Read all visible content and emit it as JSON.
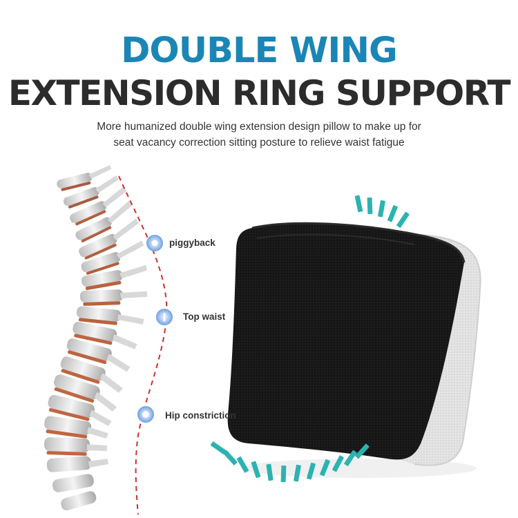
{
  "header": {
    "title_line1": "DOUBLE WING",
    "title_line2": "EXTENSION RING SUPPORT",
    "subtitle_line1": "More humanized double wing extension design pillow to make up for",
    "subtitle_line2": "seat vacancy correction sitting posture to relieve waist fatigue"
  },
  "callouts": {
    "piggyback": "piggyback",
    "top_waist": "Top waist",
    "hip_constriction": "Hip constriction"
  },
  "colors": {
    "title_blue": "#1b86b5",
    "title_dark": "#2c2c2c",
    "accent_teal": "#2bb3b1",
    "curve_red": "#c9302c",
    "marker_blue": "#7aa9e6",
    "pillow_black": "#111111",
    "pillow_side": "#e6e6e6"
  }
}
